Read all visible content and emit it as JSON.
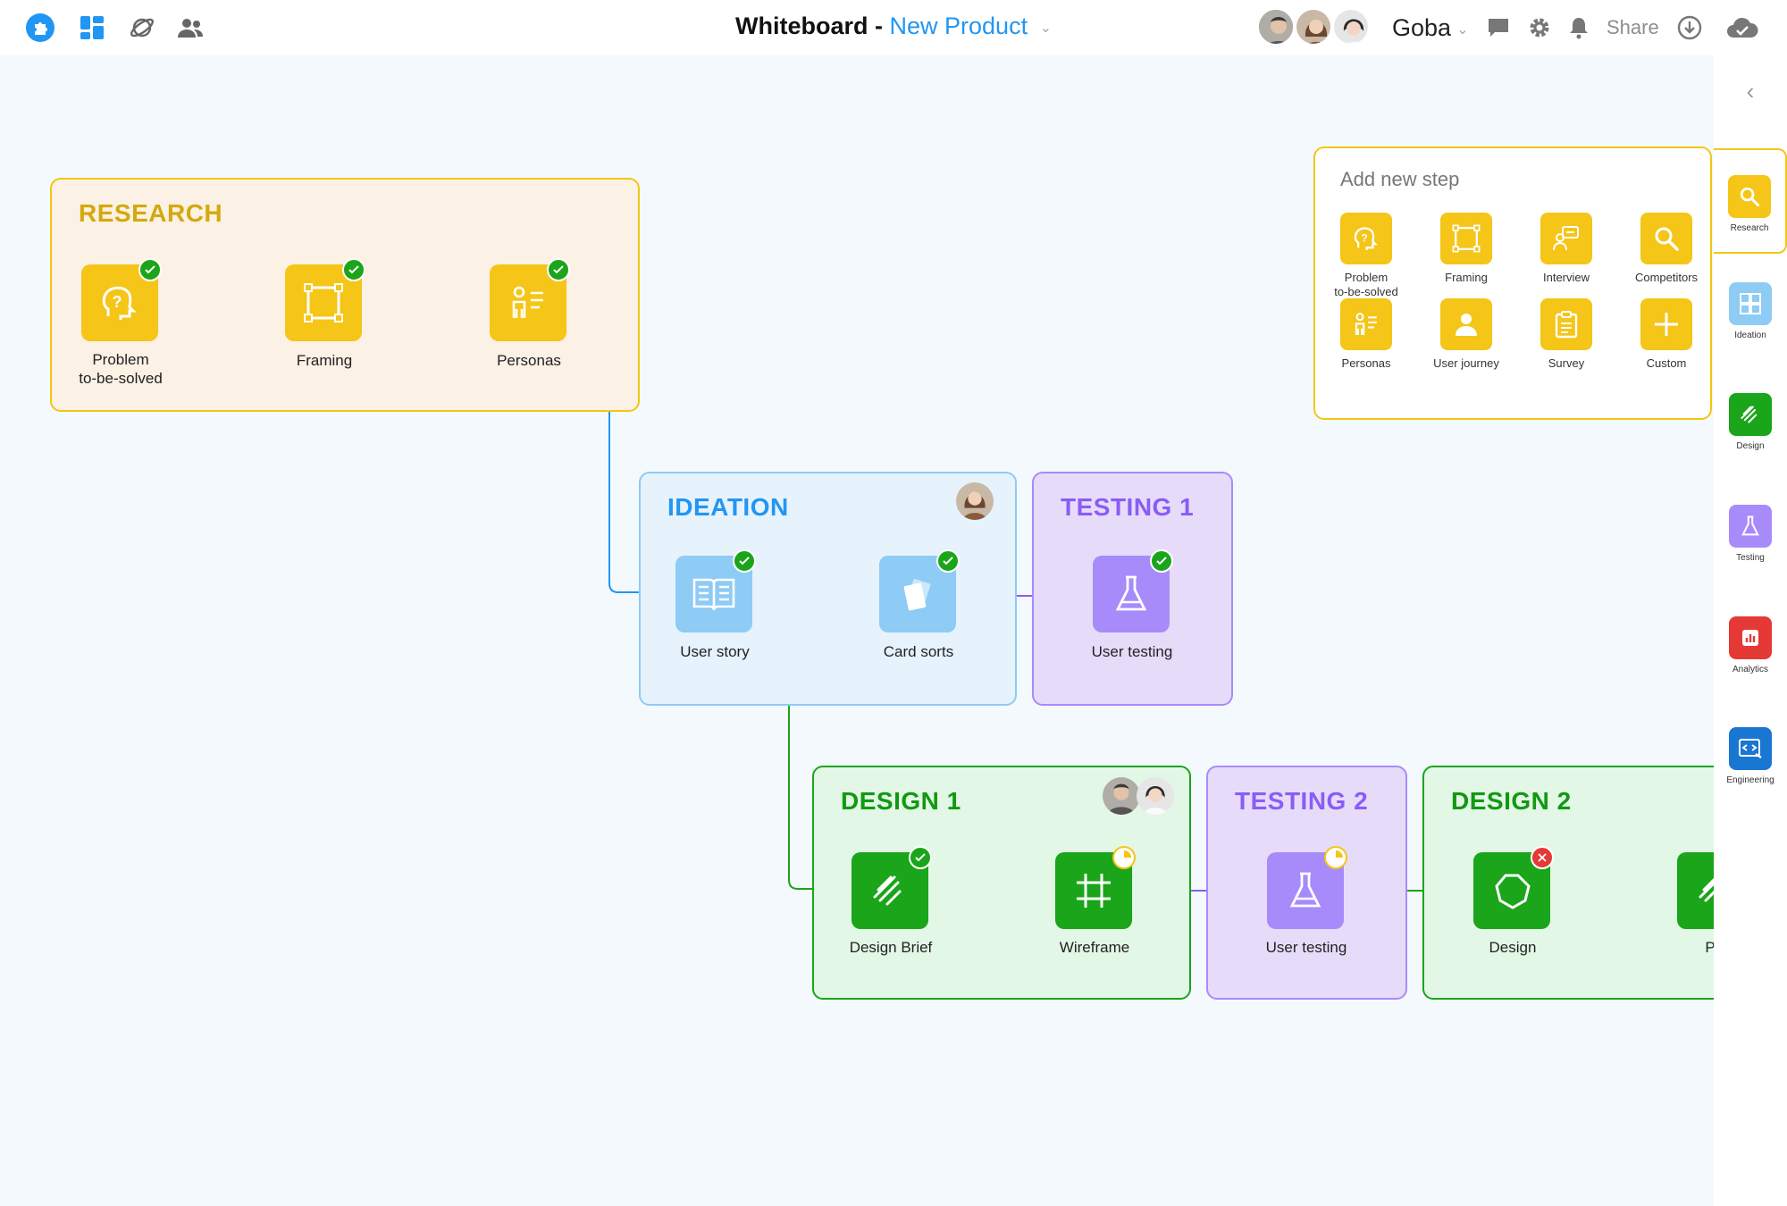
{
  "topbar": {
    "title_bold": "Whiteboard -",
    "title_project": "New Product",
    "username": "Goba",
    "share_label": "Share",
    "icons": [
      "puzzle-icon",
      "dashboard-icon",
      "orbit-icon",
      "team-icon",
      "chat-icon",
      "gear-icon",
      "bell-icon",
      "download-icon",
      "cloud-icon"
    ]
  },
  "colors": {
    "research": "#f5c518",
    "research_bg": "#fbf1e4",
    "research_title": "#d4a90c",
    "ideation": "#8ecbf5",
    "ideation_title": "#2196f3",
    "testing": "#a78bfa",
    "testing_title": "#8b5cf6",
    "design": "#1aa51a",
    "design_title": "#119911",
    "check": "#1aa51a",
    "error": "#e53935",
    "accent": "#2196f3"
  },
  "stages": {
    "research": {
      "title": "RESEARCH",
      "nodes": [
        "Problem\nto-be-solved",
        "Framing",
        "Personas"
      ]
    },
    "ideation": {
      "title": "IDEATION",
      "nodes": [
        "User story",
        "Card sorts"
      ]
    },
    "testing1": {
      "title": "TESTING 1",
      "nodes": [
        "User testing"
      ]
    },
    "design1": {
      "title": "DESIGN 1",
      "nodes": [
        "Design Brief",
        "Wireframe"
      ]
    },
    "testing2": {
      "title": "TESTING 2",
      "nodes": [
        "User testing"
      ]
    },
    "design2": {
      "title": "DESIGN 2",
      "nodes": [
        "Design",
        "Prot"
      ]
    }
  },
  "add_step": {
    "title": "Add new step",
    "items": [
      "Problem\nto-be-solved",
      "Framing",
      "Interview",
      "Competitors",
      "Personas",
      "User journey",
      "Survey",
      "Custom"
    ]
  },
  "rail": {
    "items": [
      {
        "label": "Research",
        "icon": "search-icon",
        "color": "#f5c518"
      },
      {
        "label": "Ideation",
        "icon": "grid-icon",
        "color": "#8ecbf5"
      },
      {
        "label": "Design",
        "icon": "pen-icon",
        "color": "#1aa51a"
      },
      {
        "label": "Testing",
        "icon": "flask-icon",
        "color": "#a78bfa"
      },
      {
        "label": "Analytics",
        "icon": "chart-icon",
        "color": "#e53935"
      },
      {
        "label": "Engineering",
        "icon": "code-icon",
        "color": "#1976d2"
      }
    ]
  }
}
